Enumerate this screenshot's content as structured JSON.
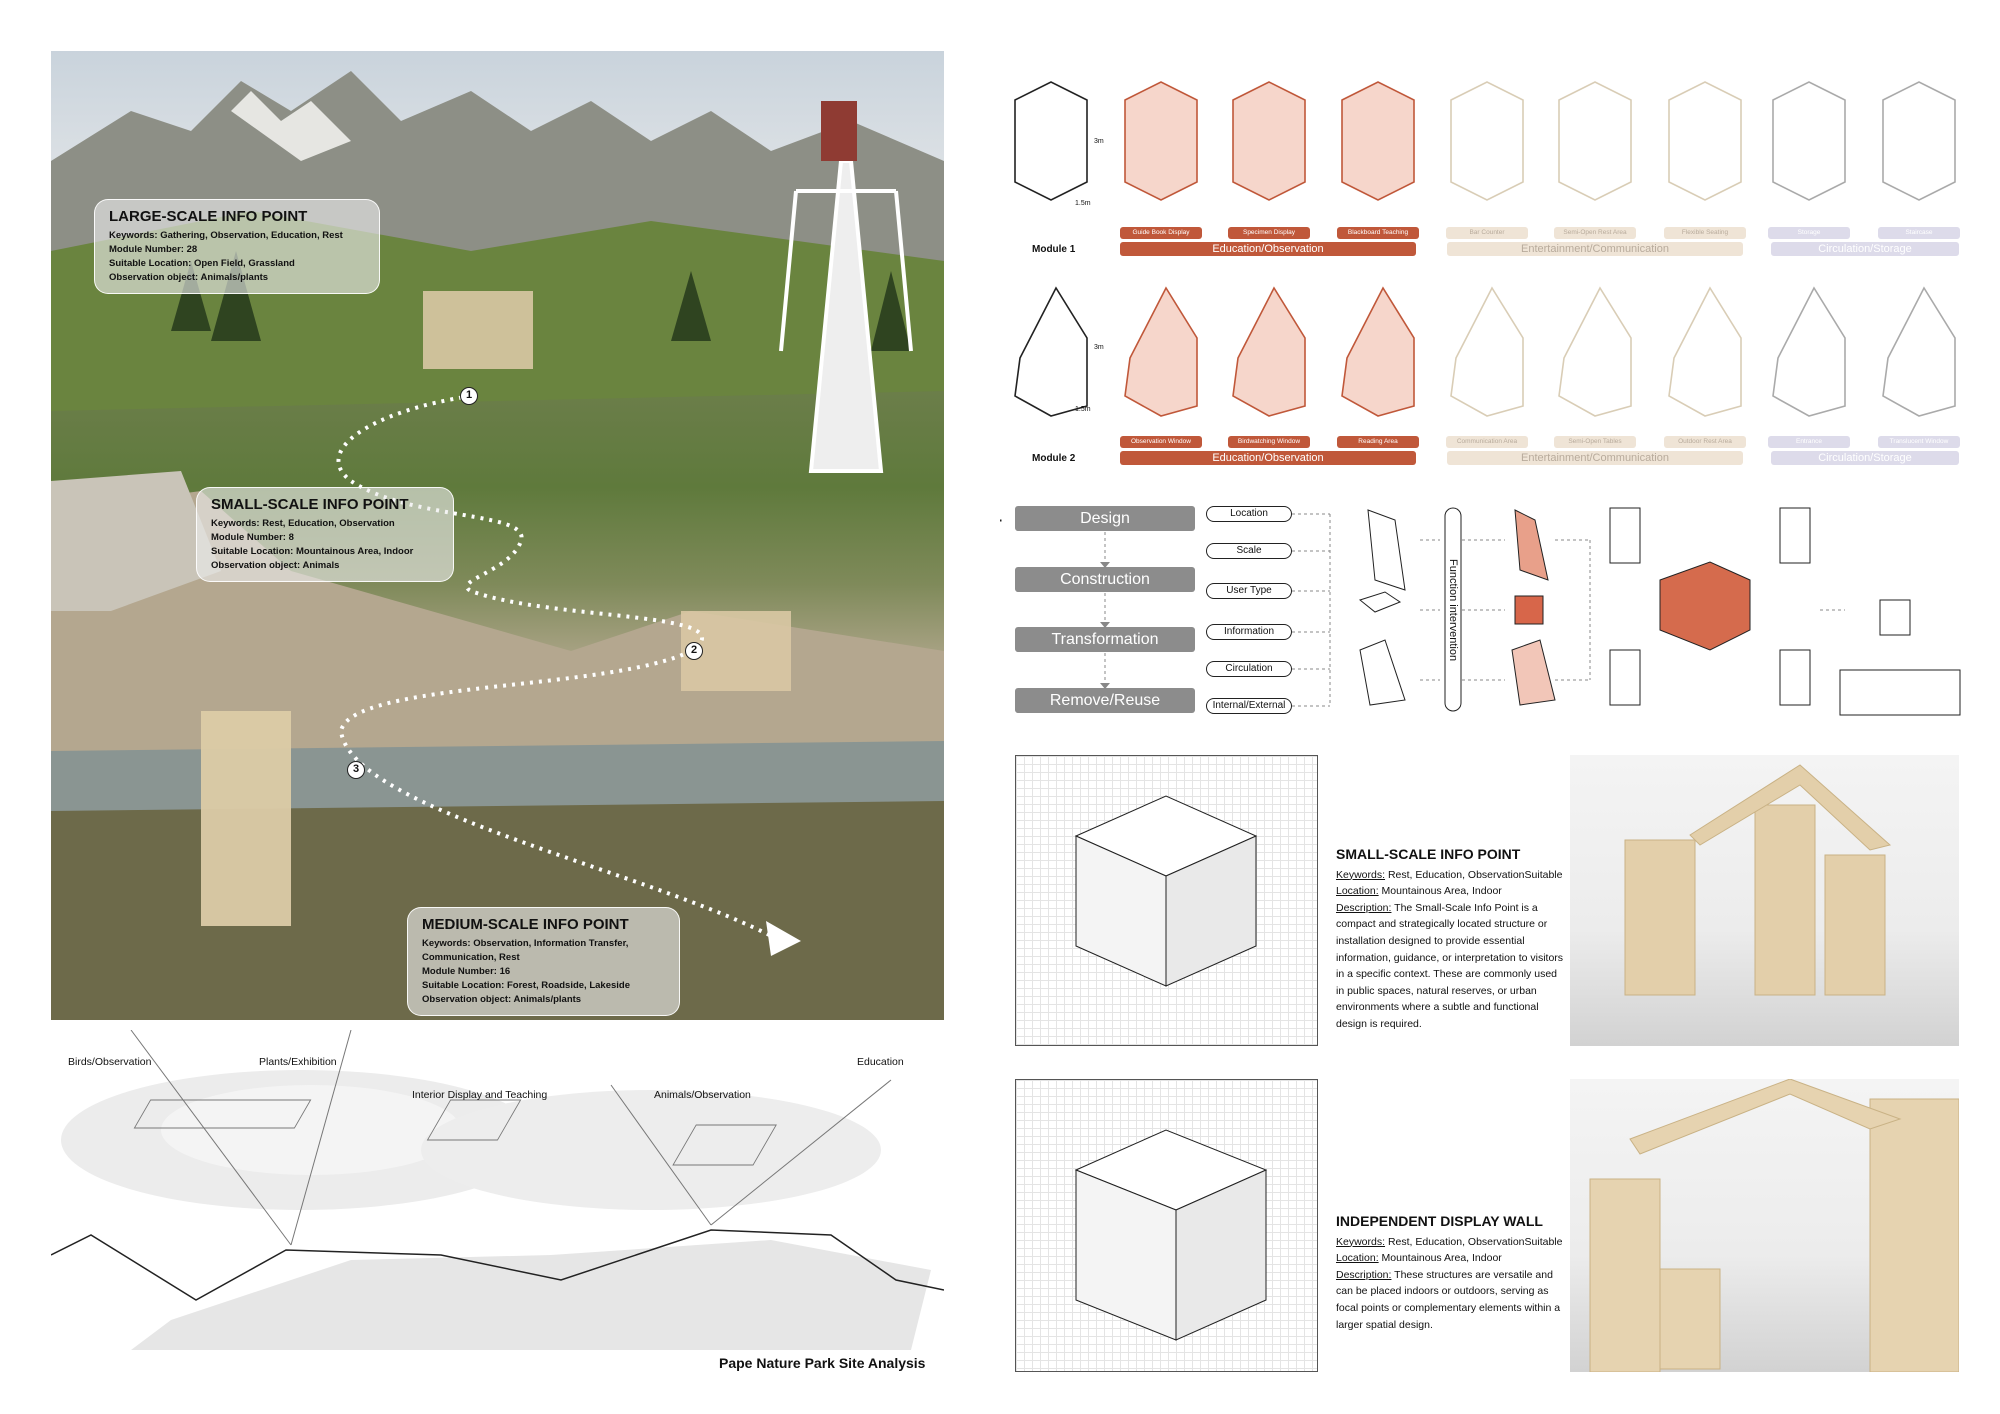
{
  "photo": {
    "info_points": [
      {
        "title": "LARGE-SCALE INFO POINT",
        "lines": [
          "Keywords: Gathering, Observation, Education, Rest",
          "Module Number: 28",
          "Suitable Location: Open Field, Grassland",
          "Observation object: Animals/plants"
        ]
      },
      {
        "title": "SMALL-SCALE INFO POINT",
        "lines": [
          "Keywords: Rest, Education, Observation",
          "Module Number: 8",
          "Suitable Location: Mountainous Area, Indoor",
          "Observation object: Animals"
        ]
      },
      {
        "title": "MEDIUM-SCALE INFO POINT",
        "lines": [
          "Keywords: Observation, Information Transfer,",
          "Communication, Rest",
          "Module Number: 16",
          "Suitable Location: Forest, Roadside, Lakeside",
          "Observation object: Animals/plants"
        ]
      }
    ],
    "markers": [
      "1",
      "2",
      "3"
    ]
  },
  "site": {
    "labels": [
      "Birds/Observation",
      "Plants/Exhibition",
      "Interior Display and Teaching",
      "Animals/Observation",
      "Education"
    ],
    "title": "Pape Nature Park Site Analysis"
  },
  "modules": [
    {
      "name": "Module 1",
      "dim_h": "3m",
      "dim_w": "1.5m",
      "chips": [
        "Guide Book Display",
        "Specimen Display",
        "Blackboard Teaching",
        "Bar Counter",
        "Semi-Open Rest Area",
        "Flexible Seating",
        "Storage",
        "Staircase"
      ],
      "categories": [
        "Education/Observation",
        "Entertainment/Communication",
        "Circulation/Storage"
      ]
    },
    {
      "name": "Module 2",
      "dim_h": "3m",
      "dim_w": "1.5m",
      "chips": [
        "Observation Window",
        "Birdwatching Window",
        "Reading Area",
        "Communication Area",
        "Semi-Open Tables",
        "Outdoor Rest Area",
        "Entrance",
        "Translucent Window"
      ],
      "categories": [
        "Education/Observation",
        "Entertainment/Communication",
        "Circulation/Storage"
      ]
    }
  ],
  "colors": {
    "education": "#c0583a",
    "entertainment": "#efe4d6",
    "circulation": "#dddbea"
  },
  "process": {
    "steps": [
      "Design",
      "Construction",
      "Transformation",
      "Remove/Reuse"
    ],
    "factors": [
      "Location",
      "Scale",
      "User Type",
      "Information",
      "Circulation",
      "Internal/External"
    ],
    "intervention": "Function intervention"
  },
  "small": {
    "title": "SMALL-SCALE INFO POINT",
    "kw_label": "Keywords:",
    "kw": " Rest, Education, ObservationSuitable",
    "loc_label": "Location:",
    "loc": " Mountainous Area, Indoor",
    "desc_label": "Description:",
    "desc": " The Small-Scale Info Point is a compact and strategically located structure or installation designed to provide essential information, guidance, or interpretation to visitors in a specific context. These are commonly used in public spaces, natural reserves, or urban environments where a subtle and functional design is required."
  },
  "wall": {
    "title": "INDEPENDENT DISPLAY WALL",
    "kw_label": "Keywords:",
    "kw": " Rest, Education, ObservationSuitable",
    "loc_label": "Location:",
    "loc": " Mountainous Area, Indoor",
    "desc_label": "Description:",
    "desc": " These structures are versatile and can be placed indoors or outdoors, serving as focal points or complementary elements within a larger spatial design."
  }
}
